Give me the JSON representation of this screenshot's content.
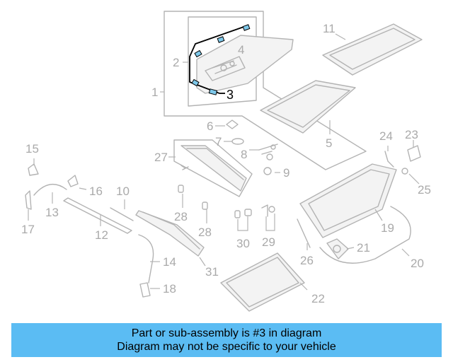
{
  "labels": {
    "p1": "1",
    "p2": "2",
    "p3": "3",
    "p4": "4",
    "p5": "5",
    "p6": "6",
    "p7": "7",
    "p8": "8",
    "p9": "9",
    "p10": "10",
    "p11": "11",
    "p12": "12",
    "p13": "13",
    "p14": "14",
    "p15": "15",
    "p16": "16",
    "p17": "17",
    "p18": "18",
    "p19": "19",
    "p20": "20",
    "p21": "21",
    "p22": "22",
    "p23": "23",
    "p24": "24",
    "p25": "25",
    "p26": "26",
    "p27": "27",
    "p28a": "28",
    "p28b": "28",
    "p29": "29",
    "p30": "30",
    "p31": "31"
  },
  "highlighted_part": "3",
  "colors": {
    "highlight_part": "#7ec8ea",
    "banner": "#5bbcf3",
    "diagram_lines": "#b3b3b3"
  },
  "footer": {
    "line1": "Part or sub-assembly is #3 in diagram",
    "line2": "Diagram may not be specific to your vehicle"
  }
}
